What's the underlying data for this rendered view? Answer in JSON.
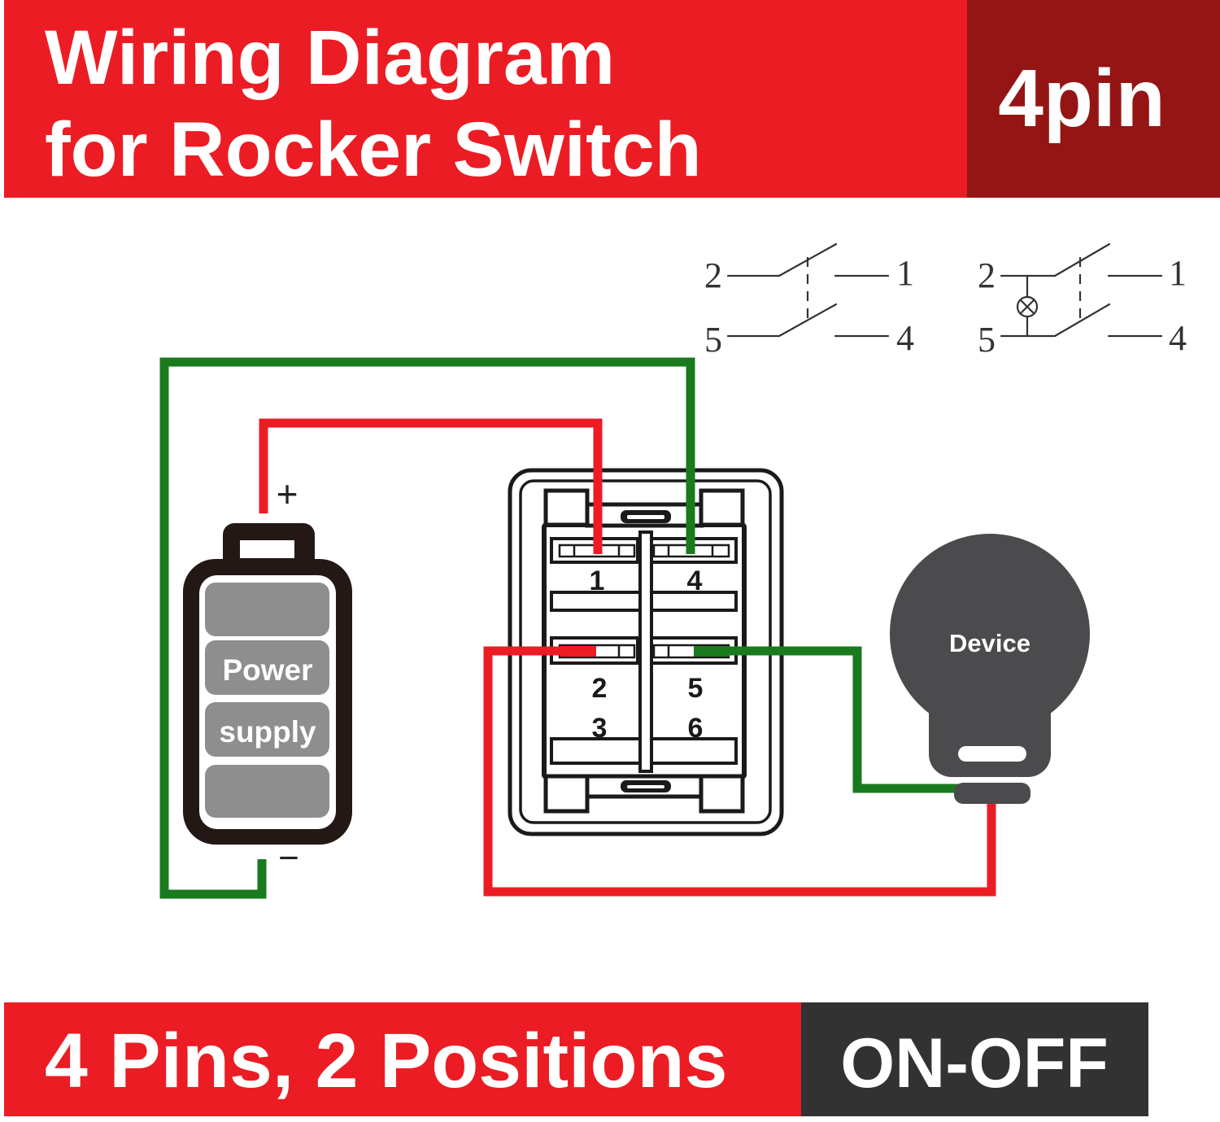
{
  "header": {
    "title_line1": "Wiring Diagram",
    "title_line2": "for Rocker Switch",
    "badge": "4pin"
  },
  "footer": {
    "left_label": "4 Pins, 2 Positions",
    "right_label": "ON-OFF"
  },
  "schematic_left": {
    "top_left": "2",
    "top_right": "1",
    "bottom_left": "5",
    "bottom_right": "4"
  },
  "schematic_right": {
    "top_left": "2",
    "top_right": "1",
    "bottom_left": "5",
    "bottom_right": "4"
  },
  "battery": {
    "label_line1": "Power",
    "label_line2": "supply",
    "plus_symbol": "+",
    "minus_symbol": "−"
  },
  "rocker_switch": {
    "pin1": "1",
    "pin4": "4",
    "pin2": "2",
    "pin5": "5",
    "pin3": "3",
    "pin6": "6"
  },
  "device": {
    "label": "Device"
  },
  "colors": {
    "banner_red": "#EC1C24",
    "badge_dark_red": "#951515",
    "footer_dark_gray": "#323232",
    "wire_red": "#ED1C24",
    "wire_green": "#1A7A1E",
    "device_gray": "#4B4B4D",
    "battery_dark": "#231815",
    "battery_cell_gray": "#8E8E8E",
    "schematic_line": "#333333",
    "text_white": "#FFFFFF"
  }
}
